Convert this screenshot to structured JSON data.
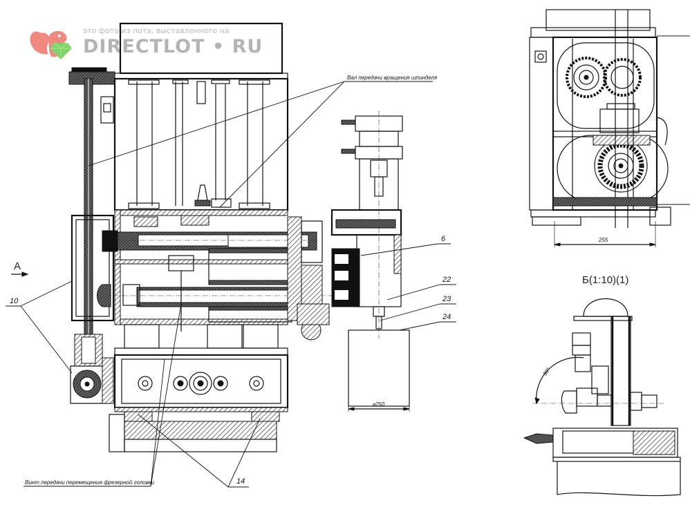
{
  "watermark": {
    "tagline": "это фото из лота, выставленного на",
    "brand": "DIRECTLOT • RU",
    "logo_icon": "squirrel-with-gem-icon",
    "logo_color": "#f08a80",
    "gem_color": "#7fd36a"
  },
  "callouts": {
    "spindle_shaft": "Вал передачи вращения шпинделя",
    "milling_head_screw": "Винт передачи перемещения фрезерной головки",
    "pos_10": "10",
    "pos_14": "14",
    "pos_6": "6",
    "pos_22": "22",
    "pos_23": "23",
    "pos_24": "24"
  },
  "views": {
    "view_a": "А",
    "view_b": "Б(1:10)(1)"
  },
  "dimensions": {
    "diameter": "⌀250",
    "width": "255",
    "angle": "90°"
  }
}
